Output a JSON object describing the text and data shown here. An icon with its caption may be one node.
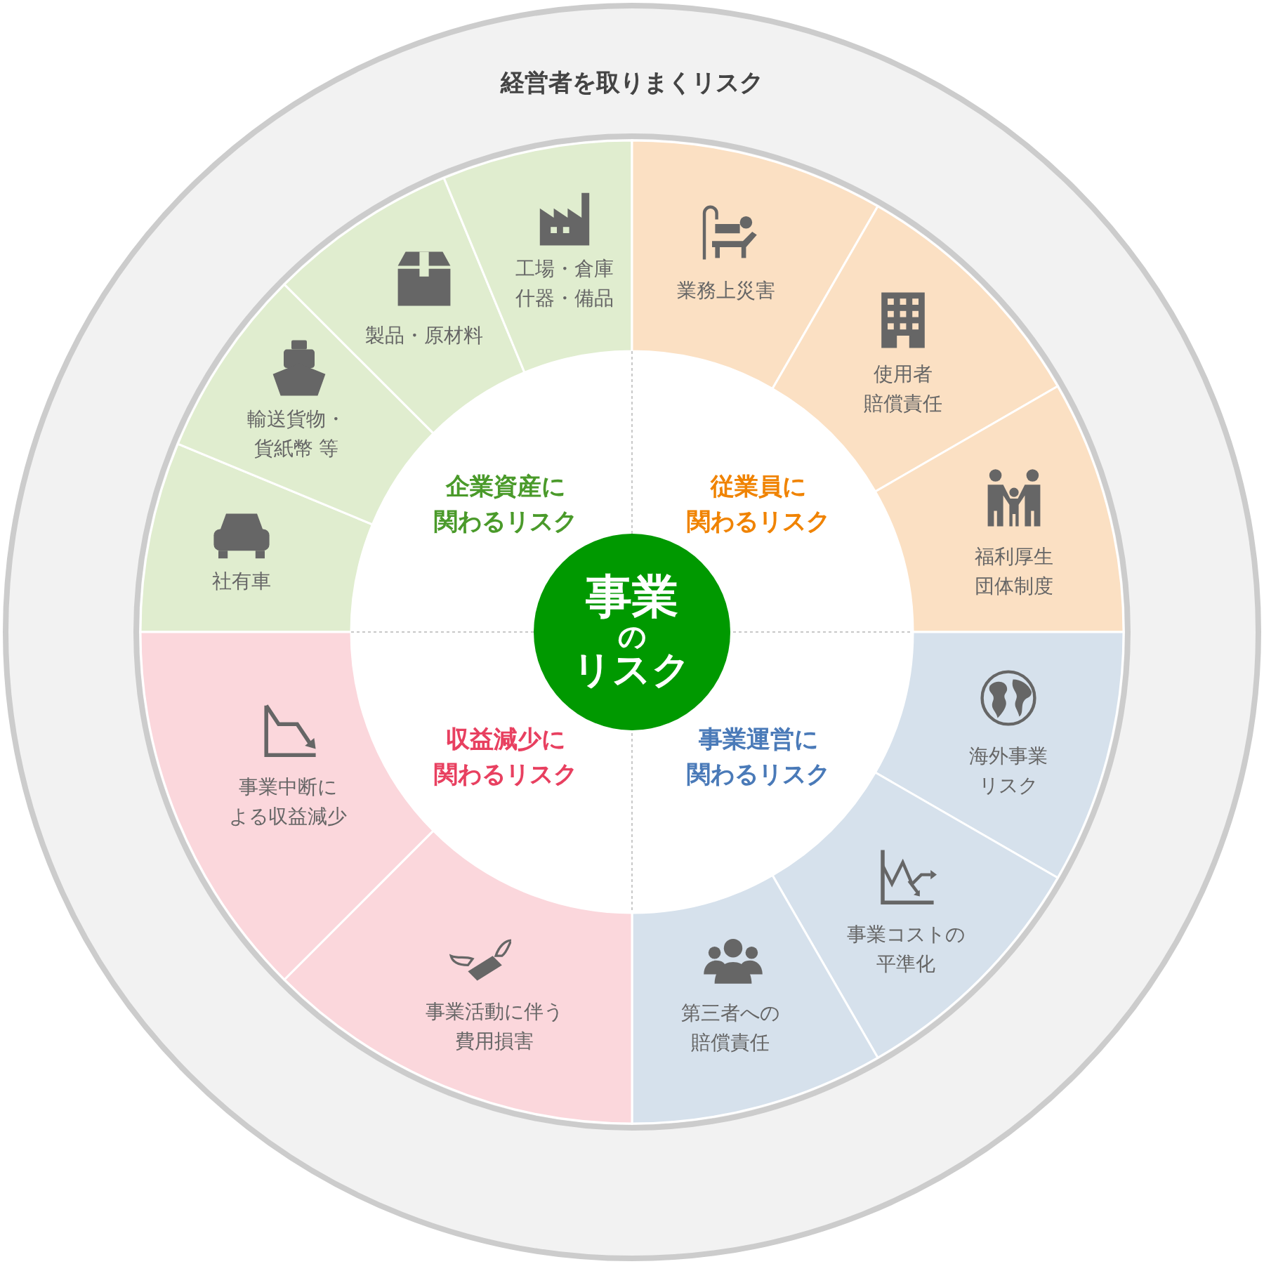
{
  "diagram": {
    "nodes": [
      {
        "text": [
          "経営者を取りまくリスク"
        ]
      },
      {
        "text": [
          "社有車"
        ],
        "in": 0
      },
      {
        "text": [
          "輸送貨物・貨紙幣 等"
        ],
        "in": 0
      },
      {
        "text": [
          "製品・原材料"
        ],
        "in": 0
      },
      {
        "text": [
          "工場・倉庫什器・備品"
        ],
        "in": 0
      },
      {
        "text": [
          "業務上災害"
        ],
        "in": 0
      },
      {
        "text": [
          "使用者賠償責任"
        ],
        "in": 0
      },
      {
        "text": [
          "福利厚生団体制度"
        ],
        "in": 0
      },
      {
        "text": [
          "海外事業リスク"
        ],
        "in": 0
      },
      {
        "text": [
          "事業コストの平準化"
        ],
        "in": 0
      },
      {
        "text": [
          "第三者への賠償責任"
        ],
        "in": 0
      },
      {
        "text": [
          "事業活動に伴う費用損害"
        ],
        "in": 0
      },
      {
        "text": [
          "事業中断による収益減少"
        ],
        "in": 0
      },
      {
        "text": [
          "事業",
          "の",
          "リスク"
        ],
        "in": 0
      }
    ],
    "edges": [],
    "labels": [
      "企業資産に関わるリスク",
      "従業員に関わるリスク",
      "収益減少に関わるリスク",
      "事業運営に関わるリスク"
    ]
  }
}
